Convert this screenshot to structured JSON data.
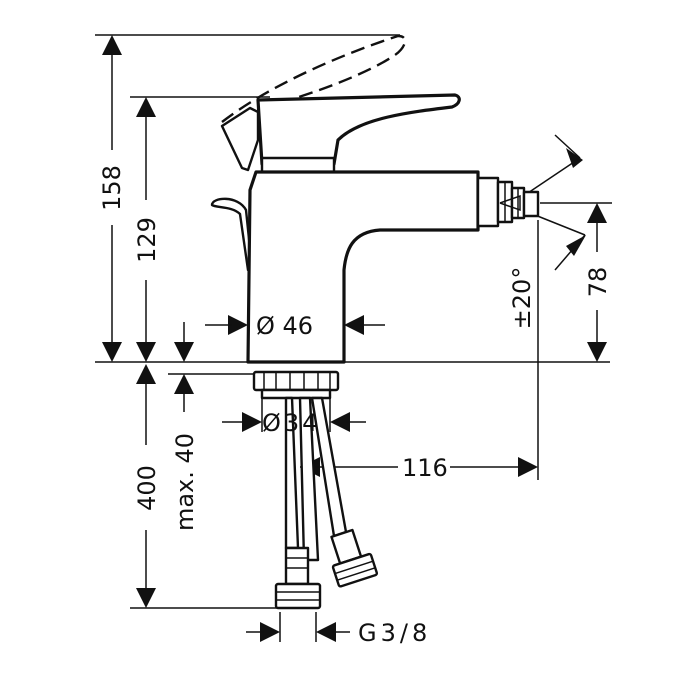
{
  "dimensions": {
    "total_height": "158",
    "spout_height": "129",
    "diameter_body": "Ø 46",
    "diameter_hole": "Ø34",
    "reach": "116",
    "swivel": "±20°",
    "nozzle_height": "78",
    "hose_length": "400",
    "max_thickness": "max. 40",
    "thread": "G3/8"
  },
  "colors": {
    "line": "#111111",
    "background": "#ffffff"
  }
}
